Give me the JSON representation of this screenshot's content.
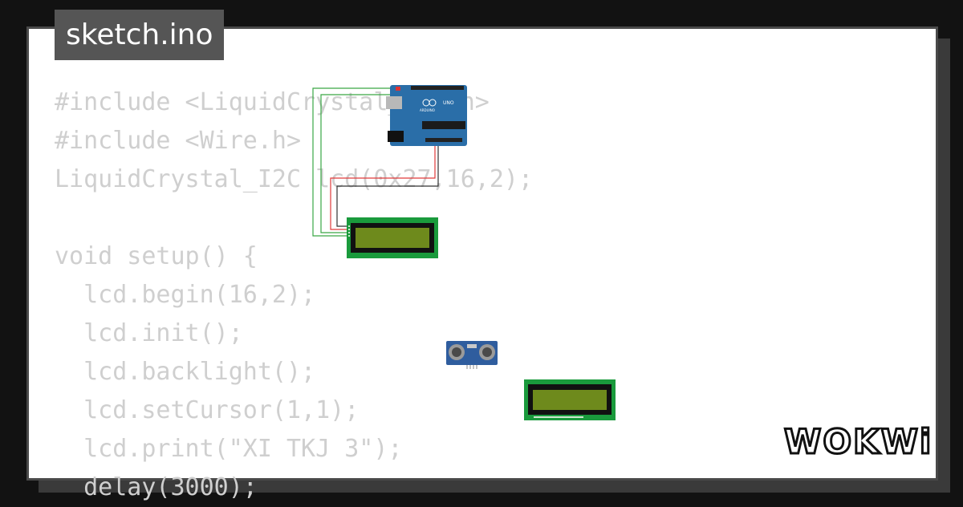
{
  "file_tab": {
    "label": "sketch.ino"
  },
  "code_lines": [
    "#include <LiquidCrystal_I2C.h>",
    "#include <Wire.h>",
    "LiquidCrystal_I2C lcd(0x27,16,2);",
    "",
    "void setup() {",
    "  lcd.begin(16,2);",
    "  lcd.init();",
    "  lcd.backlight();",
    "  lcd.setCursor(1,1);",
    "  lcd.print(\"XI TKJ 3\");",
    "  delay(3000);"
  ],
  "components": {
    "arduino": {
      "label": "UNO",
      "brand": "ARDUINO"
    }
  },
  "logo": {
    "text": "WOKWi"
  },
  "colors": {
    "background": "#121212",
    "card": "#ffffff",
    "code_text": "#cfcfcf",
    "tab_bg": "#555555",
    "arduino_blue": "#2a6ea8",
    "lcd_board": "#1a9a3c",
    "lcd_screen": "#6e8a1c",
    "wire_green": "#3aa845",
    "wire_red": "#e03a3a",
    "wire_black": "#333333",
    "sensor_blue": "#2f5d9e"
  }
}
